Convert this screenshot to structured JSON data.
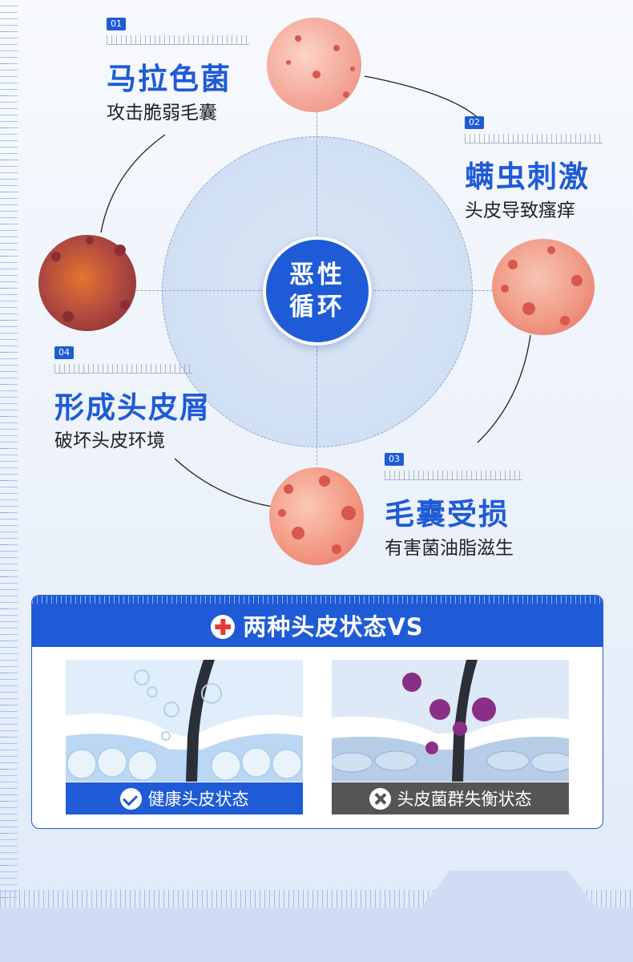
{
  "center": {
    "line1": "恶性",
    "line2": "循环"
  },
  "stages": [
    {
      "tag": "01",
      "title": "马拉色菌",
      "desc": "攻击脆弱毛囊"
    },
    {
      "tag": "02",
      "title": "螨虫刺激",
      "desc": "头皮导致瘙痒"
    },
    {
      "tag": "03",
      "title": "毛囊受损",
      "desc": "有害菌油脂滋生"
    },
    {
      "tag": "04",
      "title": "形成头皮屑",
      "desc": "破坏头皮环境"
    }
  ],
  "compare": {
    "title": "两种头皮状态VS",
    "healthy_label": "健康头皮状态",
    "unhealthy_label": "头皮菌群失衡状态"
  },
  "colors": {
    "brand_blue": "#1f5bd6",
    "unhealthy_gray": "#555555",
    "accent_red": "#e33a3a"
  }
}
